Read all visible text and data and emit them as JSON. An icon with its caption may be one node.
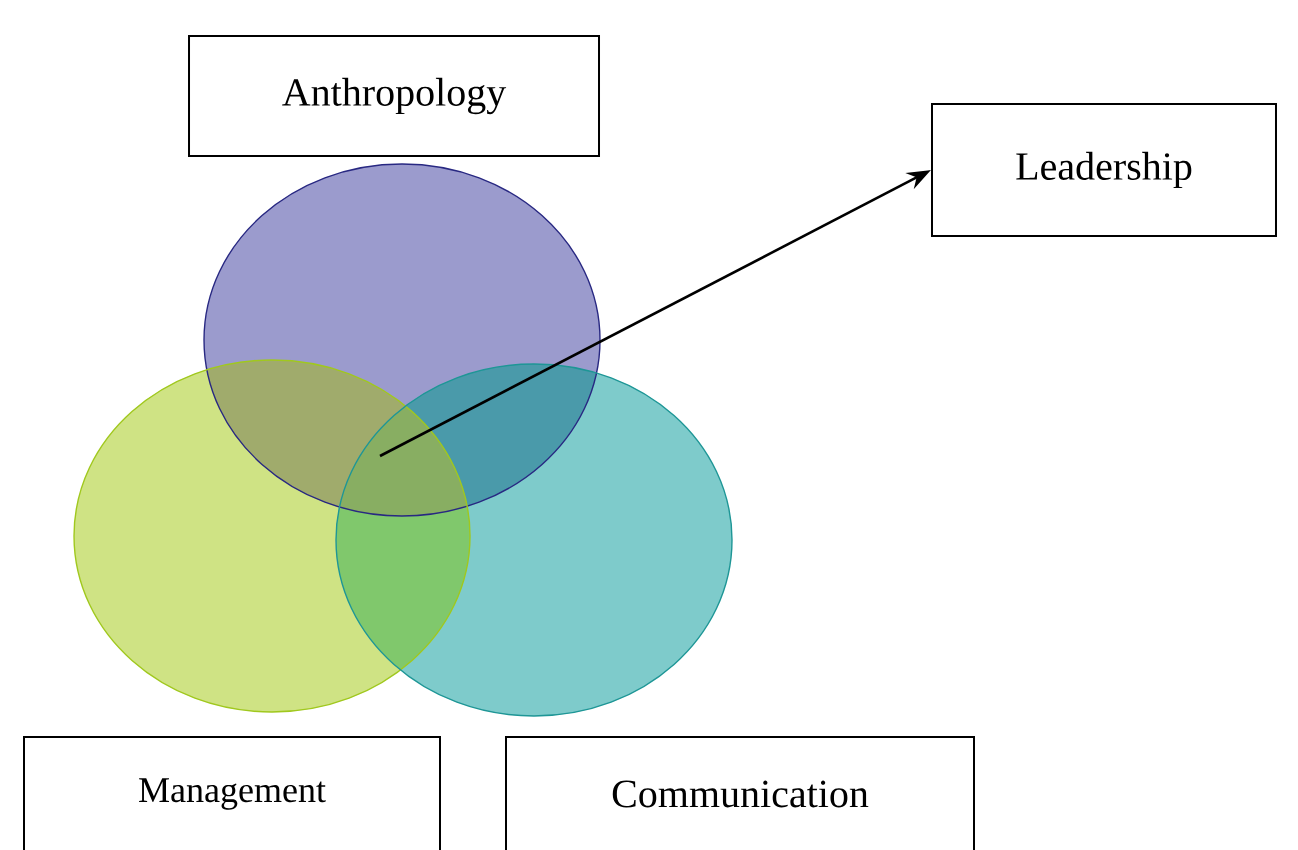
{
  "diagram": {
    "nodes": [
      {
        "text": [
          "Anthropology"
        ]
      },
      {
        "text": [
          "Leadership"
        ]
      },
      {
        "text": [
          "Management"
        ]
      },
      {
        "text": [
          "Communication"
        ]
      }
    ],
    "edges": [
      {
        "from": null,
        "to": 1,
        "arrow": "to"
      }
    ]
  }
}
